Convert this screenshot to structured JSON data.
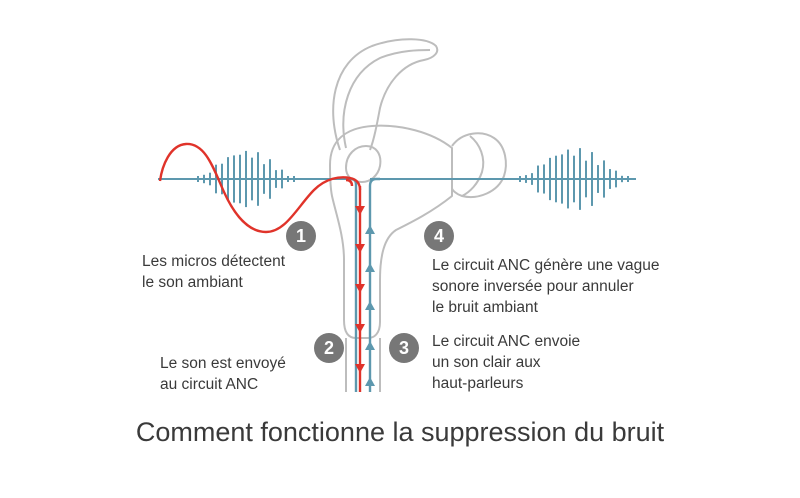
{
  "colors": {
    "wave_blue": "#5d98ae",
    "wave_red": "#e0332a",
    "outline": "#bdbdbd",
    "badge": "#777777",
    "text": "#3a3a3a"
  },
  "icons": {
    "earbud": "earbud-icon",
    "sound_wave_in": "sound-wave-icon",
    "anti_noise_wave": "anti-noise-wave-icon",
    "clear_sound_wave": "sound-wave-icon"
  },
  "steps": [
    {
      "number": "1",
      "lines": [
        "Les micros détectent",
        "le son ambiant"
      ]
    },
    {
      "number": "2",
      "lines": [
        "Le son est envoyé",
        "au circuit ANC"
      ]
    },
    {
      "number": "3",
      "lines": [
        "Le circuit ANC envoie",
        "un son clair aux",
        "haut-parleurs"
      ]
    },
    {
      "number": "4",
      "lines": [
        "Le circuit ANC génère une vague",
        "sonore inversée pour annuler",
        "le bruit ambiant"
      ]
    }
  ],
  "caption": "Comment fonctionne la suppression du bruit"
}
